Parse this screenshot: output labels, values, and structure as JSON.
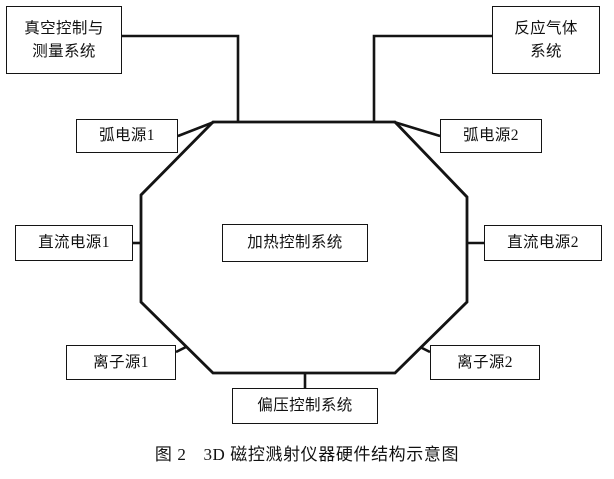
{
  "figure": {
    "caption_label": "图 2",
    "caption_text": "3D 磁控溅射仪器硬件结构示意图",
    "line_color": "#141414",
    "background_color": "#ffffff",
    "text_color": "#111111"
  },
  "central_chamber": {
    "name": "octagon-chamber",
    "shape": "octagon",
    "label": "加热控制系统"
  },
  "nodes": {
    "vacuum": {
      "line1": "真空控制与",
      "line2": "测量系统"
    },
    "gas": {
      "line1": "反应气体",
      "line2": "系统"
    },
    "arc1": {
      "label": "弧电源1"
    },
    "arc2": {
      "label": "弧电源2"
    },
    "dc1": {
      "label": "直流电源1"
    },
    "dc2": {
      "label": "直流电源2"
    },
    "heat": {
      "label": "加热控制系统"
    },
    "ion1": {
      "label": "离子源1"
    },
    "ion2": {
      "label": "离子源2"
    },
    "bias": {
      "label": "偏压控制系统"
    }
  },
  "connections": [
    {
      "from": "vacuum",
      "to": "chamber-top-left"
    },
    {
      "from": "gas",
      "to": "chamber-top-right"
    },
    {
      "from": "arc1",
      "to": "chamber-upper-left-diagonal"
    },
    {
      "from": "arc2",
      "to": "chamber-upper-right-diagonal"
    },
    {
      "from": "dc1",
      "to": "chamber-left-edge"
    },
    {
      "from": "dc2",
      "to": "chamber-right-edge"
    },
    {
      "from": "ion1",
      "to": "chamber-lower-left-diagonal"
    },
    {
      "from": "ion2",
      "to": "chamber-lower-right-diagonal"
    },
    {
      "from": "bias",
      "to": "chamber-bottom-edge"
    }
  ]
}
